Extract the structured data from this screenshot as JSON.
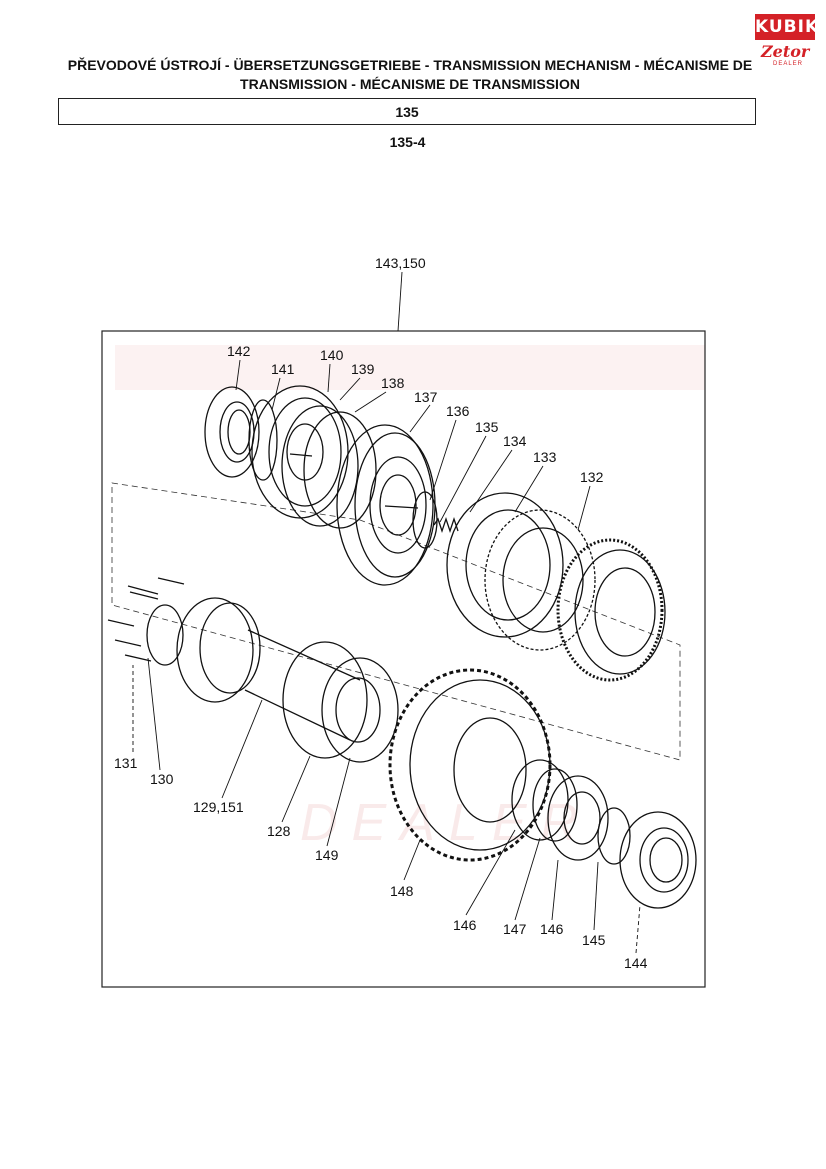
{
  "header": {
    "title_line1": "PŘEVODOVÉ ÚSTROJÍ - ÜBERSETZUNGSGETRIEBE - TRANSMISSION MECHANISM - MÉCANISME DE",
    "title_line2": "TRANSMISSION - MÉCANISME DE TRANSMISSION",
    "section": "135",
    "subsection": "135-4"
  },
  "logo": {
    "brand": "KUBIK",
    "sub": "Zetor",
    "tag": "DEALER",
    "color": "#d42127"
  },
  "watermark": {
    "text": "DEALER",
    "color": "#f2c9c9"
  },
  "callouts": {
    "c143_150": "143,150",
    "c142": "142",
    "c141": "141",
    "c140": "140",
    "c139": "139",
    "c138": "138",
    "c137": "137",
    "c136": "136",
    "c135": "135",
    "c134": "134",
    "c133": "133",
    "c132": "132",
    "c131": "131",
    "c130": "130",
    "c129_151": "129,151",
    "c128": "128",
    "c149": "149",
    "c148": "148",
    "c146a": "146",
    "c147": "147",
    "c146b": "146",
    "c145": "145",
    "c144": "144"
  }
}
